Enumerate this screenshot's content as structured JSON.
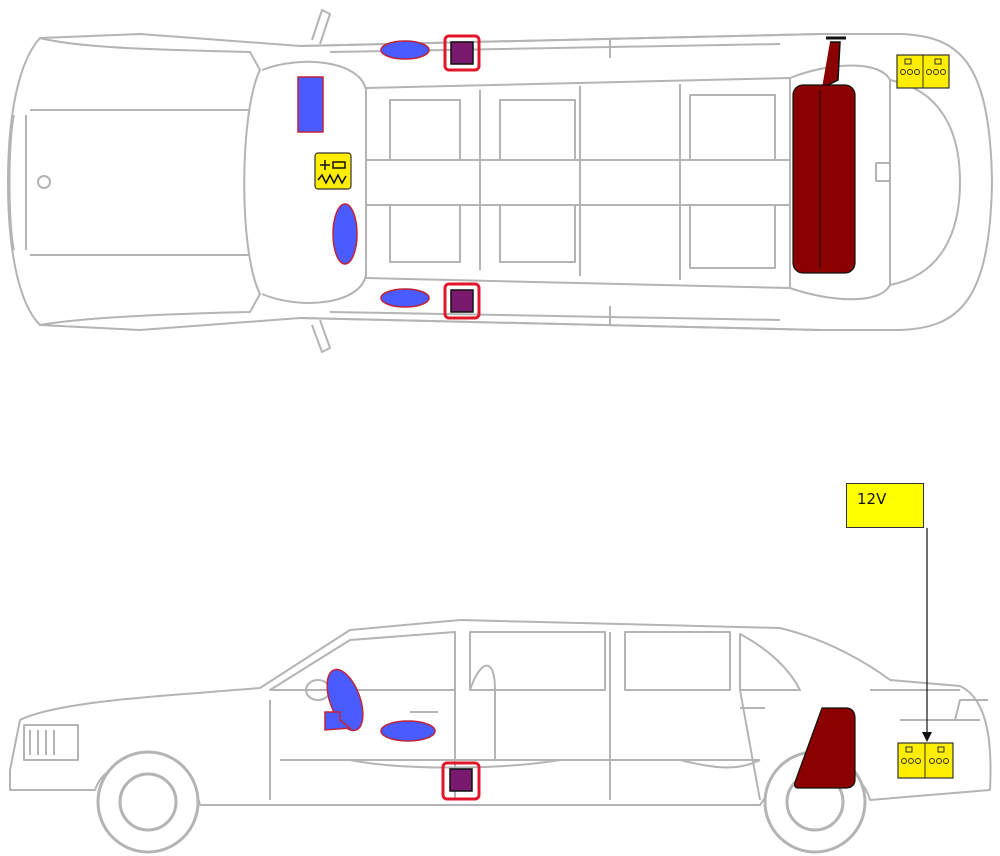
{
  "diagram": {
    "callout_label": "12V",
    "colors": {
      "outline": "#b4b4b4",
      "outline_dark": "#9a9a9a",
      "airbag": "#4a5bff",
      "airbag_border": "#c0243a",
      "sensor_fill": "#7a1a6e",
      "sensor_frame": "#e0162b",
      "fuel_tank": "#8b0000",
      "battery": "#ffee00",
      "callout": "#ffff00",
      "line": "#111111"
    },
    "components": [
      "front-airbag-driver",
      "front-airbag-passenger",
      "side-airbag-left",
      "side-airbag-right",
      "b-pillar-sensor-left",
      "b-pillar-sensor-right",
      "seatbelt-tensioner",
      "fuel-tank",
      "battery-12v"
    ]
  }
}
